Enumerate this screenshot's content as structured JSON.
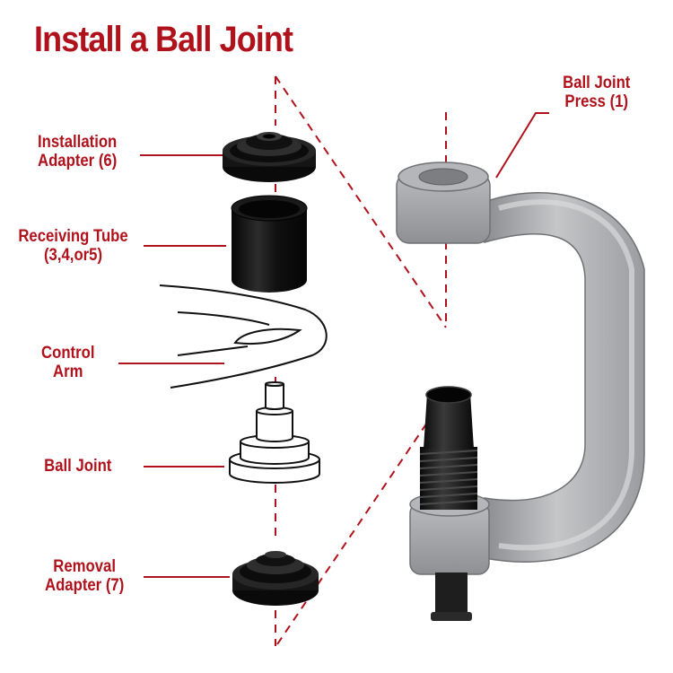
{
  "title": "Install a Ball Joint",
  "labels": {
    "installation_adapter": {
      "line1": "Installation",
      "line2": "Adapter (6)"
    },
    "receiving_tube": {
      "line1": "Receiving Tube",
      "line2": "(3,4,or5)"
    },
    "control_arm": {
      "line1": "Control",
      "line2": "Arm"
    },
    "ball_joint": {
      "line1": "Ball Joint"
    },
    "removal_adapter": {
      "line1": "Removal",
      "line2": "Adapter (7)"
    },
    "ball_joint_press": {
      "line1": "Ball Joint",
      "line2": "Press (1)"
    }
  },
  "colors": {
    "accent_red": "#b0121c",
    "press_gray": "#a6a8ab",
    "part_black": "#161616"
  }
}
